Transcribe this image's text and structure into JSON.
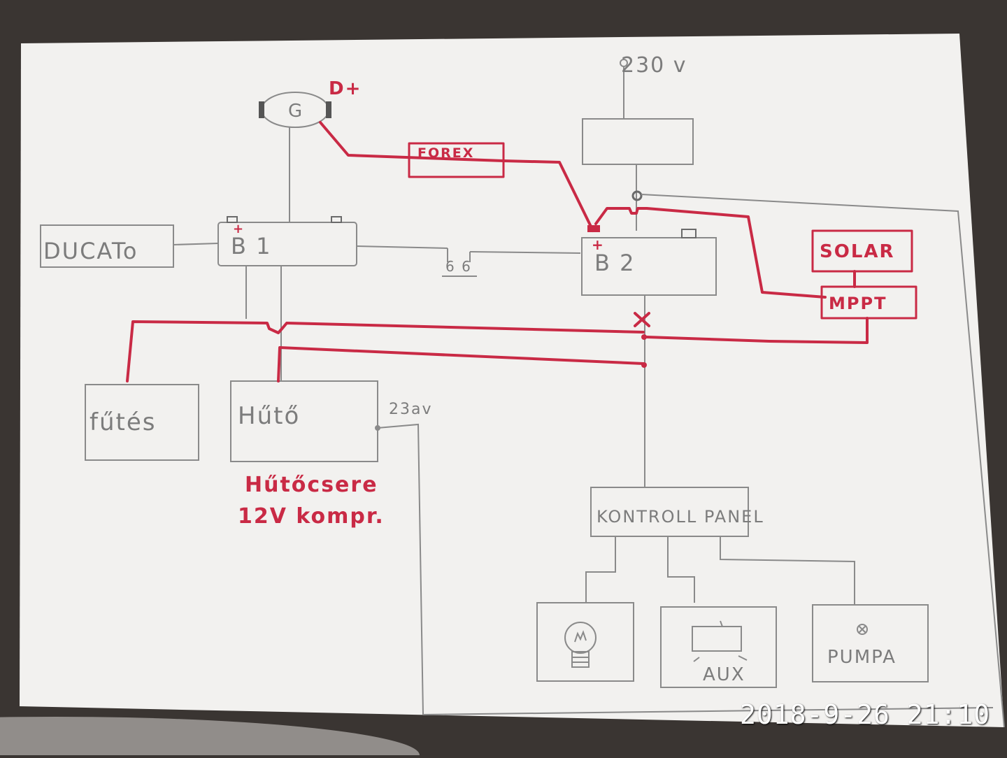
{
  "diagram": {
    "labels": {
      "voltage_in": "230 v",
      "generator": "G",
      "dplus": "D+",
      "forex": "FOREX",
      "ducato": "DUCATo",
      "b1": "B 1",
      "b2": "B 2",
      "plus": "+",
      "solar": "SOLAR",
      "mppt": "MPPT",
      "switch": "6 6",
      "cross": "×",
      "futes": "fűtés",
      "huto": "Hűtő",
      "huto_230": "23av",
      "note_line1": "Hűtőcsere",
      "note_line2": "12V kompr.",
      "panel": "KONTROLL PANEL",
      "aux": "AUX",
      "pumpa": "PUMPA"
    },
    "colors": {
      "pencil": "#7c7c7c",
      "marker_red": "#c92a45",
      "paper": "#f2f1ef",
      "background": "#3a3532"
    }
  },
  "timestamp": "2018-9-26 21:10"
}
